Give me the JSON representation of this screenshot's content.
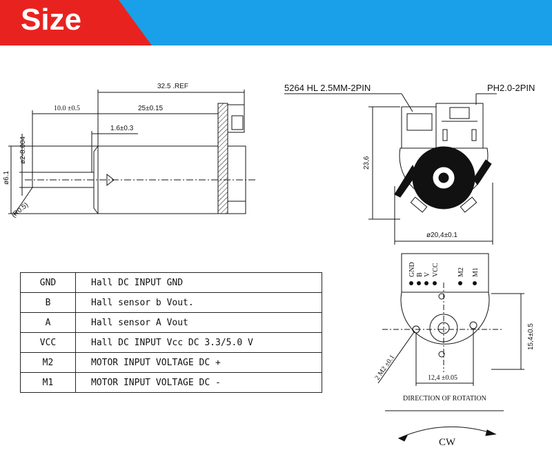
{
  "header": {
    "title": "Size"
  },
  "side_view": {
    "overall_length": "32.5 .REF",
    "shaft_length": "10.0 ±0.5",
    "body_length": "25±0.15",
    "step_length": "1.6±0.3",
    "shaft_diameter": "ø2-8.004",
    "body_diameter": "ø6.1",
    "radius": "(R0.5)"
  },
  "end_view": {
    "connector_label": "5264 HL 2.5MM-2PIN",
    "connector2_label": "PH2.0-2PIN",
    "height": "23,6",
    "width": "ø20,4±0.1"
  },
  "pin_view": {
    "pins": [
      "GND",
      "B",
      "V",
      "VCC",
      "M2",
      "M1"
    ],
    "height": "15,4±0.5",
    "spacing": "12,4 ±0.05",
    "hole": "2 M2 ±0.1",
    "direction_label": "DIRECTION OF ROTATION",
    "rotation": "CW"
  },
  "pin_table": [
    {
      "pin": "GND",
      "desc": "Hall DC INPUT GND"
    },
    {
      "pin": "B",
      "desc": "Hall sensor b Vout."
    },
    {
      "pin": "A",
      "desc": "Hall sensor A Vout"
    },
    {
      "pin": "VCC",
      "desc": "Hall DC INPUT Vcc DC 3.3/5.0 V"
    },
    {
      "pin": "M2",
      "desc": "MOTOR INPUT VOLTAGE DC  +"
    },
    {
      "pin": "M1",
      "desc": "MOTOR INPUT VOLTAGE DC  -"
    }
  ],
  "colors": {
    "banner_blue": "#1aa0e8",
    "banner_red": "#e8231f",
    "line": "#111111"
  }
}
